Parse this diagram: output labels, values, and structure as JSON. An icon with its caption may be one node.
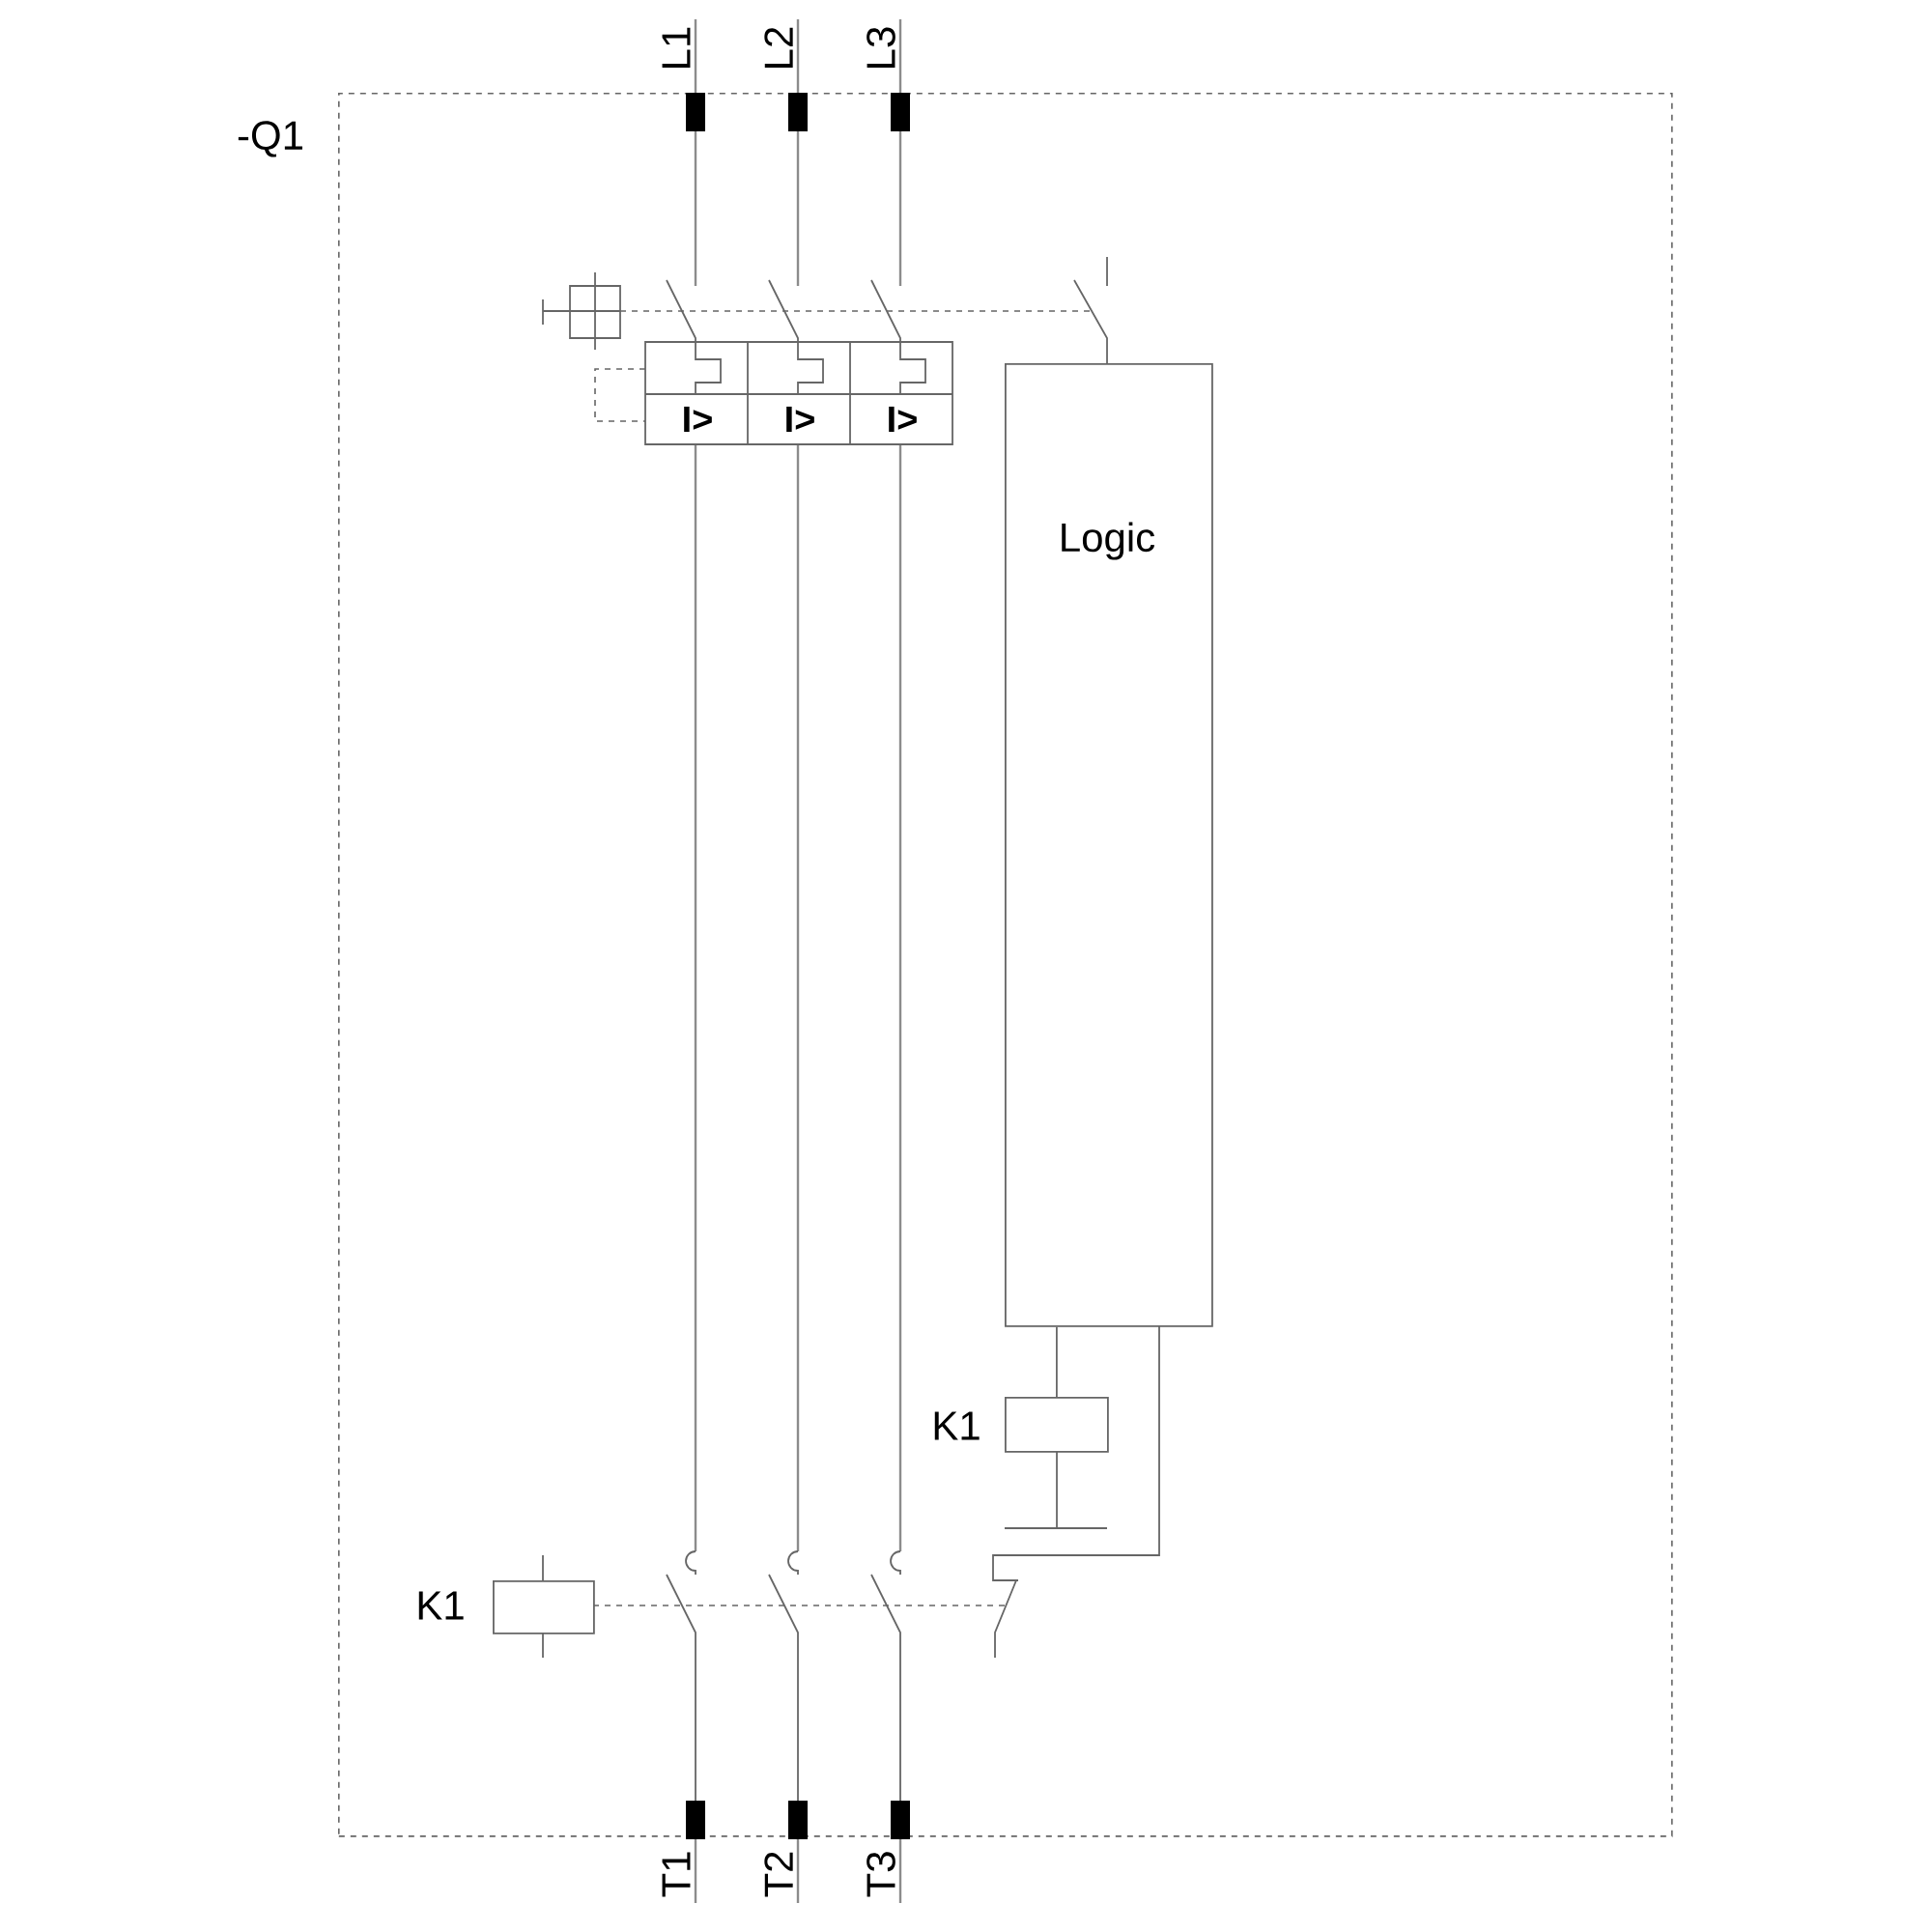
{
  "diagram": {
    "nodes": [
      {
        "text": [
          "-Q1"
        ]
      },
      {
        "text": [
          "Logic"
        ],
        "in": 0
      },
      {
        "text": [],
        "shape": "box",
        "beside": [
          "K1"
        ],
        "in": 0
      },
      {
        "text": [],
        "shape": "box",
        "beside": [
          "K1"
        ],
        "in": 0
      }
    ],
    "edges": [
      {
        "from": 1,
        "to": 2,
        "arrow": "none"
      }
    ],
    "labels": [
      "L1",
      "L2",
      "L3",
      "I>",
      "I>",
      "I>",
      "T1",
      "T2",
      "T3"
    ]
  }
}
